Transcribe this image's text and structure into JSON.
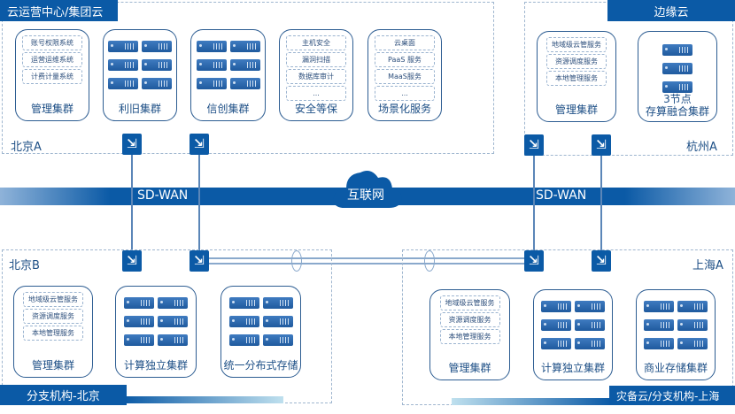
{
  "top_left": {
    "title": "云运营中心/集团云",
    "location": "北京A",
    "clusters": [
      {
        "name": "管理集群",
        "items": [
          "账号权限系统",
          "运营运维系统",
          "计费计量系统"
        ]
      },
      {
        "name": "利旧集群"
      },
      {
        "name": "信创集群"
      },
      {
        "name": "安全等保",
        "items": [
          "主机安全",
          "漏洞扫描",
          "数据库审计",
          "..."
        ]
      },
      {
        "name": "场景化服务",
        "items": [
          "云桌面",
          "PaaS 服务",
          "MaaS服务",
          "..."
        ]
      }
    ]
  },
  "top_right": {
    "title": "边缘云",
    "location": "杭州A",
    "clusters": [
      {
        "name": "管理集群",
        "items": [
          "地域级云管服务",
          "资源调度服务",
          "本地管理服务"
        ]
      },
      {
        "name": "3节点\n存算融合集群"
      }
    ]
  },
  "network": {
    "sdwan_left": "SD-WAN",
    "sdwan_right": "SD-WAN",
    "internet": "互联网"
  },
  "bottom_left": {
    "title": "分支机构-北京",
    "location": "北京B",
    "clusters": [
      {
        "name": "管理集群",
        "items": [
          "地域级云管服务",
          "资源调度服务",
          "本地管理服务"
        ]
      },
      {
        "name": "计算独立集群"
      },
      {
        "name": "统一分布式存储"
      }
    ]
  },
  "bottom_right": {
    "title": "灾备云/分支机构-上海",
    "location": "上海A",
    "clusters": [
      {
        "name": "管理集群",
        "items": [
          "地域级云管服务",
          "资源调度服务",
          "本地管理服务"
        ]
      },
      {
        "name": "计算独立集群"
      },
      {
        "name": "商业存储集群"
      }
    ]
  },
  "colors": {
    "primary": "#0b5aa6",
    "border": "#2d5d92"
  }
}
